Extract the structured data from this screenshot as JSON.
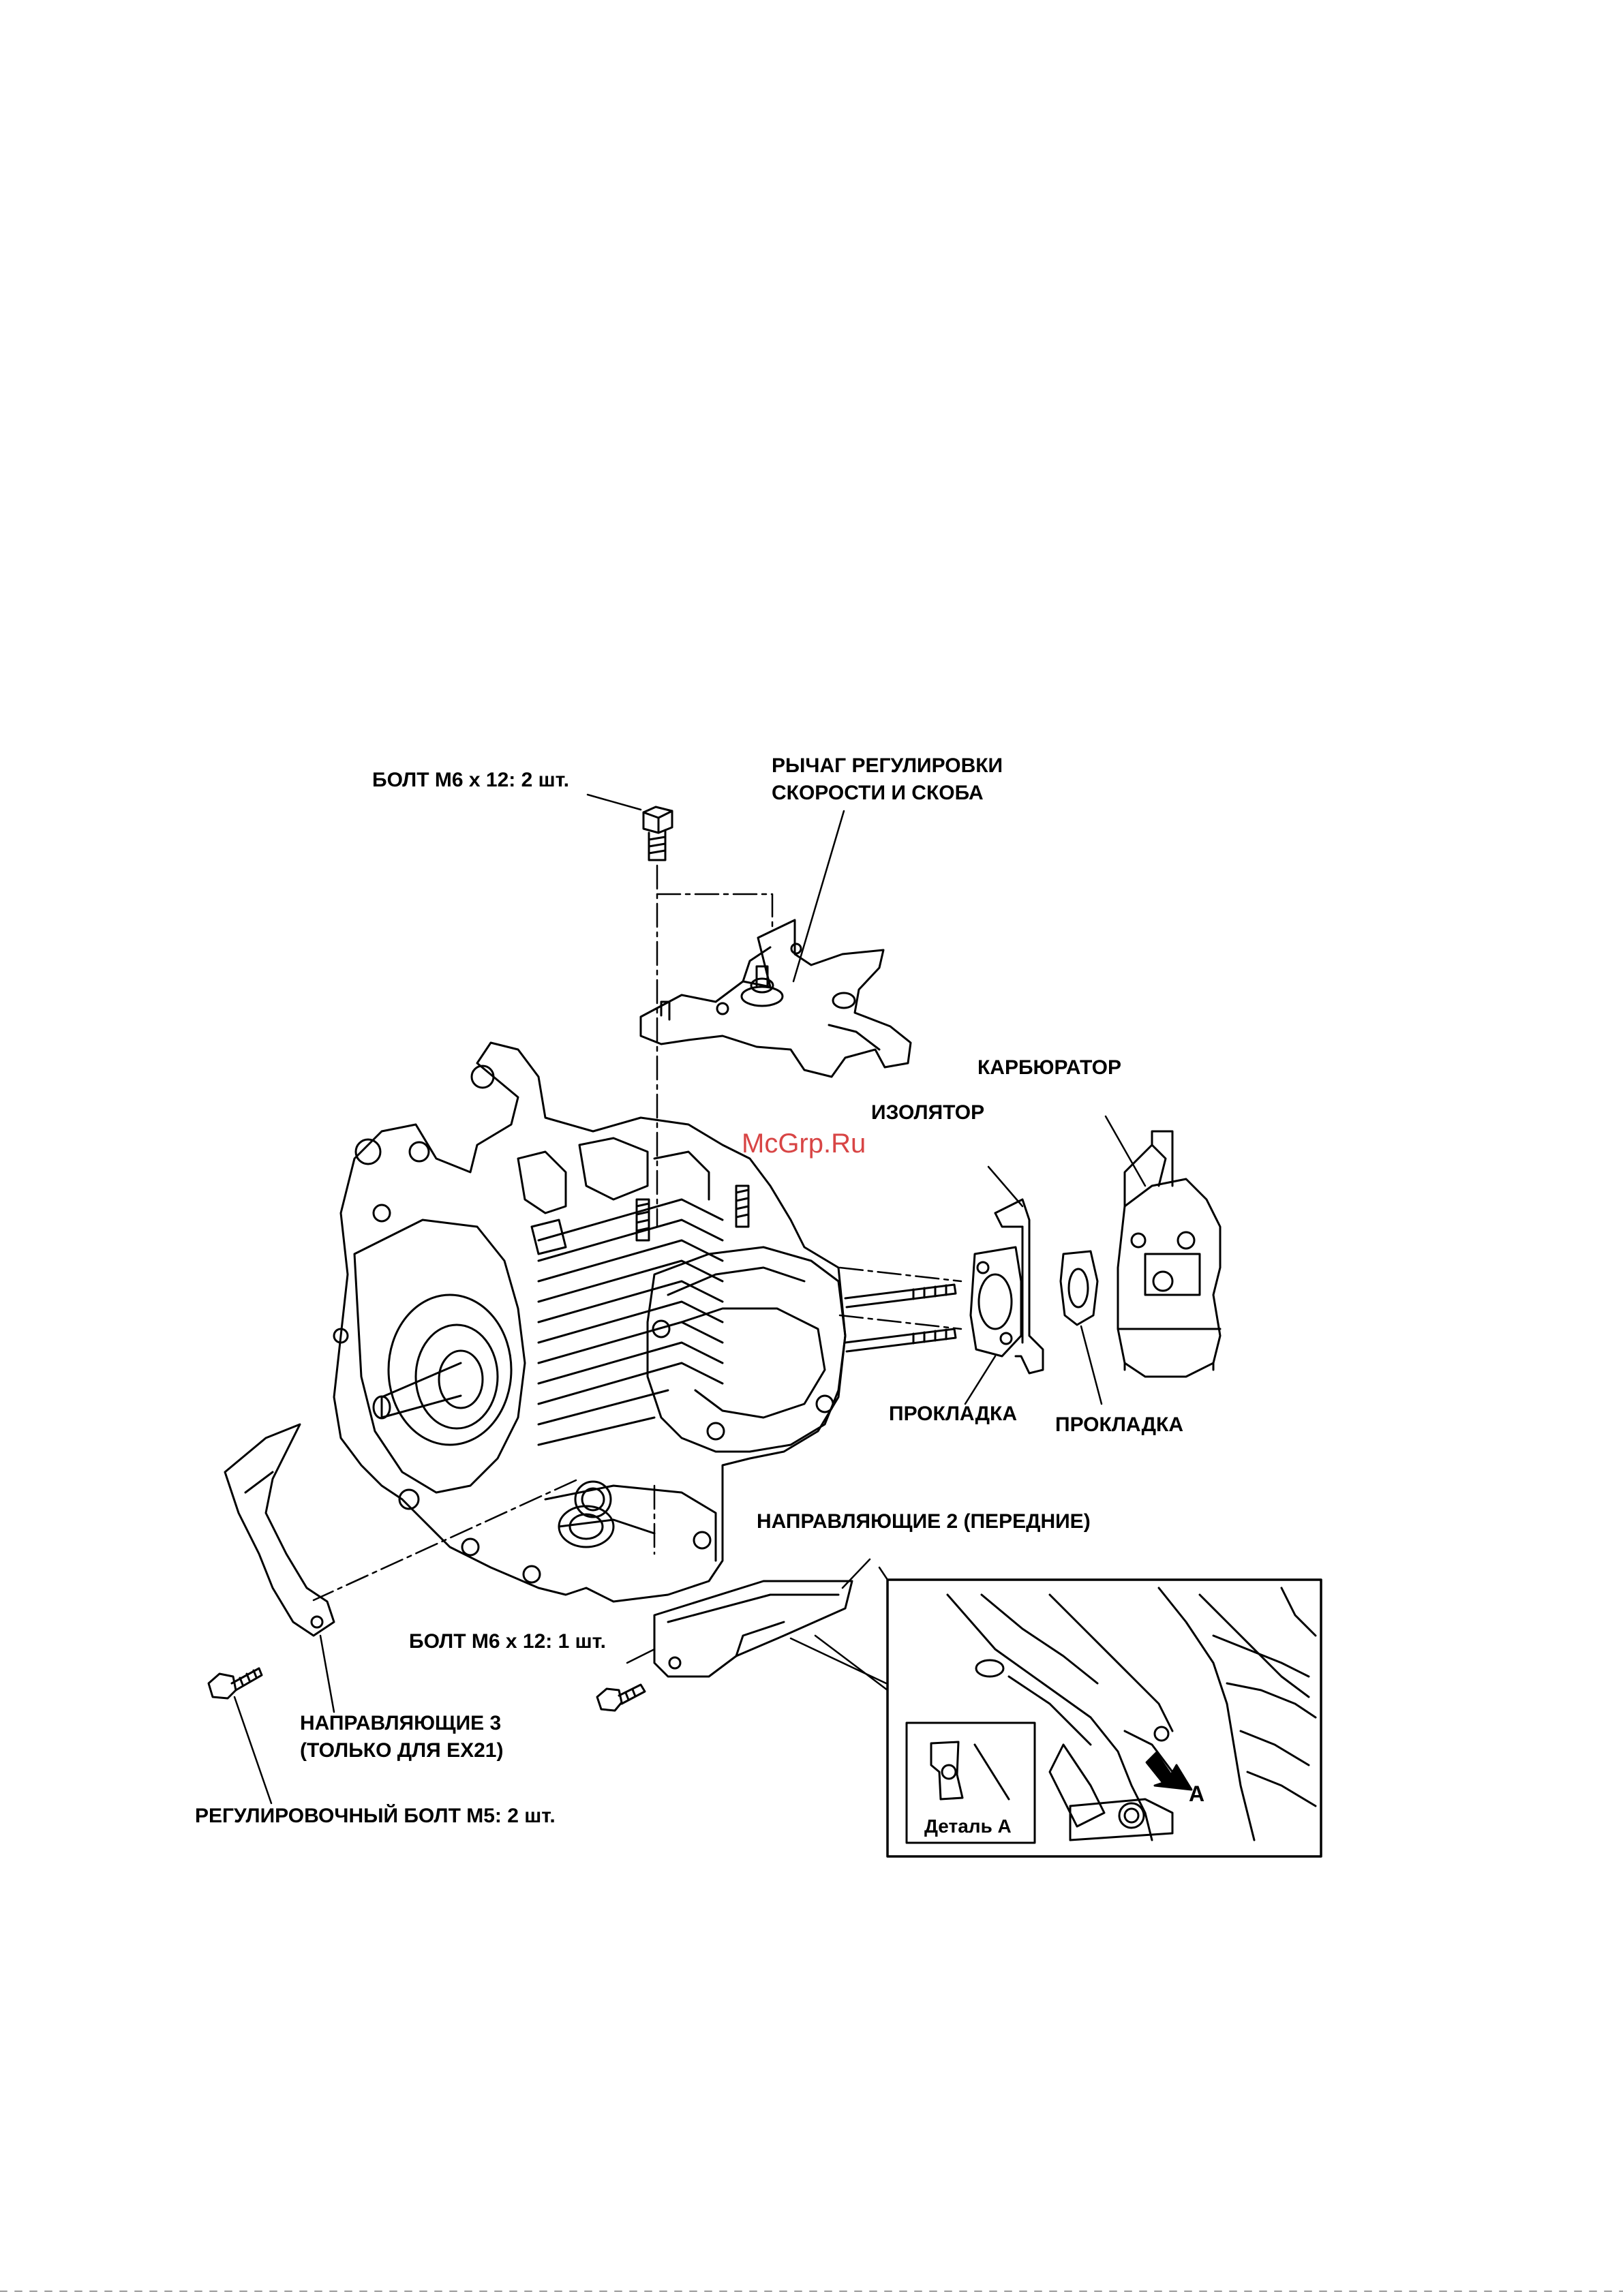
{
  "labels": {
    "bolt_top": "БОЛТ М6 x 12: 2 шт.",
    "lever_line1": "РЫЧАГ РЕГУЛИРОВКИ",
    "lever_line2": "СКОРОСТИ И СКОБА",
    "carburetor": "КАРБЮРАТОР",
    "insulator": "ИЗОЛЯТОР",
    "gasket_1": "ПРОКЛАДКА",
    "gasket_2": "ПРОКЛАДКА",
    "guides_2": "НАПРАВЛЯЮЩИЕ 2 (ПЕРЕДНИЕ)",
    "bolt_mid": "БОЛТ М6 x 12: 1 шт.",
    "guides_3_line1": "НАПРАВЛЯЮЩИЕ 3",
    "guides_3_line2": "(ТОЛЬКО ДЛЯ EX21)",
    "adjust_bolt": "РЕГУЛИРОВОЧНЫЙ БОЛТ М5: 2 шт."
  },
  "detail": {
    "caption": "Деталь A",
    "arrow_letter": "A"
  },
  "watermark": "McGrp.Ru",
  "colors": {
    "ink": "#000000",
    "watermark": "#d84545",
    "paper": "#ffffff"
  }
}
